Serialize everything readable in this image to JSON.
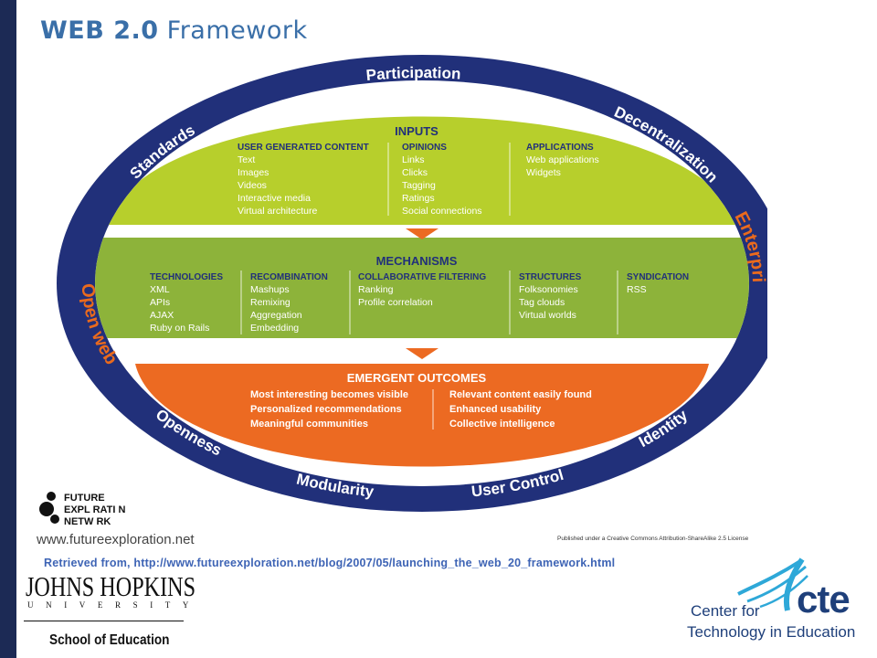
{
  "title": {
    "bold": "WEB 2.0",
    "rest": "Framework"
  },
  "ring": {
    "top": "Participation",
    "top_left": "Standards",
    "top_right": "Decentralization",
    "left": "Open web",
    "right": "Enterprise",
    "bottom_left": "Openness",
    "bottom_right": "Identity",
    "bottom_mid_left": "Modularity",
    "bottom_mid_right": "User Control"
  },
  "inputs": {
    "title": "INPUTS",
    "columns": [
      {
        "head": "USER GENERATED CONTENT",
        "items": [
          "Text",
          "Images",
          "Videos",
          "Interactive media",
          "Virtual architecture"
        ]
      },
      {
        "head": "OPINIONS",
        "items": [
          "Links",
          "Clicks",
          "Tagging",
          "Ratings",
          "Social connections"
        ]
      },
      {
        "head": "APPLICATIONS",
        "items": [
          "Web applications",
          "Widgets"
        ]
      }
    ]
  },
  "mechanisms": {
    "title": "MECHANISMS",
    "columns": [
      {
        "head": "TECHNOLOGIES",
        "items": [
          "XML",
          "APIs",
          "AJAX",
          "Ruby on Rails"
        ]
      },
      {
        "head": "RECOMBINATION",
        "items": [
          "Mashups",
          "Remixing",
          "Aggregation",
          "Embedding"
        ]
      },
      {
        "head": "COLLABORATIVE FILTERING",
        "items": [
          "Ranking",
          "Profile correlation"
        ]
      },
      {
        "head": "STRUCTURES",
        "items": [
          "Folksonomies",
          "Tag clouds",
          "Virtual worlds"
        ]
      },
      {
        "head": "SYNDICATION",
        "items": [
          "RSS"
        ]
      }
    ]
  },
  "outcomes": {
    "title": "EMERGENT OUTCOMES",
    "left": [
      "Most interesting becomes visible",
      "Personalized recommendations",
      "Meaningful communities"
    ],
    "right": [
      "Relevant content easily found",
      "Enhanced usability",
      "Collective intelligence"
    ]
  },
  "footer": {
    "fen_logo": "FUTURE EXPLORATION NETWORK",
    "fen_url": "www.futureexploration.net",
    "license": "Published under a Creative Commons Attribution-ShareAlike 2.5 License",
    "retrieved": "Retrieved from, http://www.futureexploration.net/blog/2007/05/launching_the_web_20_framework.html"
  },
  "jhu": {
    "name": "JOHNS HOPKINS",
    "university": "UNIVERSITY",
    "school": "School of Education"
  },
  "cte": {
    "word": "cte",
    "line1": "Center for",
    "line2": "Technology in Education"
  },
  "colors": {
    "ring": "#21307a",
    "inputs": "#b7cf2c",
    "mechanisms": "#8db33a",
    "outcomes": "#ec6a22",
    "accent": "#ea6a1d",
    "title": "#3a6fa8"
  }
}
